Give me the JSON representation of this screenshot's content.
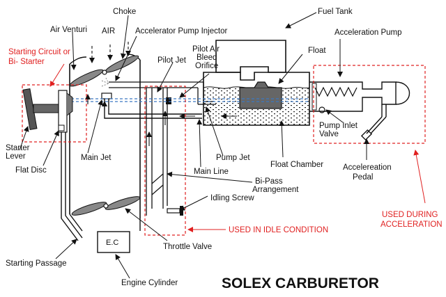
{
  "colors": {
    "line": "#111111",
    "red": "#e02020",
    "blue": "#3a78c2",
    "fuel_dots": "#222222",
    "choke_gray": "#888888",
    "disc_gray": "#666666"
  },
  "labels": {
    "choke": "Choke",
    "fuel_tank": "Fuel Tank",
    "air_venturi": "Air Venturi",
    "air": "AIR",
    "accelerator_pump_injector": "Accelerator Pump Injector",
    "acceleration_pump": "Acceleration Pump",
    "starting_circuit_line1": "Starting Circuit or",
    "starting_circuit_line2": "Bi- Starter",
    "pilot_air_bleed_line1": "Pilot Air",
    "pilot_air_bleed_line2": "Bleed",
    "pilot_air_bleed_line3": "Orifice",
    "pilot_jet": "Pilot Jet",
    "float": "Float",
    "starter_lever_line1": "Starter",
    "starter_lever_line2": "Lever",
    "flat_disc": "Flat Disc",
    "main_jet": "Main Jet",
    "pump_inlet_valve_line1": "Pump Inlet",
    "pump_inlet_valve_line2": "Valve",
    "pump_jet": "Pump Jet",
    "main_line": "Main Line",
    "float_chamber": "Float Chamber",
    "acceleration_pedal_line1": "Accelereation",
    "acceleration_pedal_line2": "Pedal",
    "bipass_line1": "Bi-Pass",
    "bipass_line2": "Arrangement",
    "idling_screw": "Idling Screw",
    "used_during_line1": "USED DURING",
    "used_during_line2": "ACCELERATION",
    "used_in_idle": "USED IN IDLE CONDITION",
    "ec": "E.C",
    "throttle_valve": "Throttle Valve",
    "starting_passage": "Starting Passage",
    "engine_cylinder": "Engine Cylinder",
    "title": "SOLEX CARBURETOR"
  }
}
